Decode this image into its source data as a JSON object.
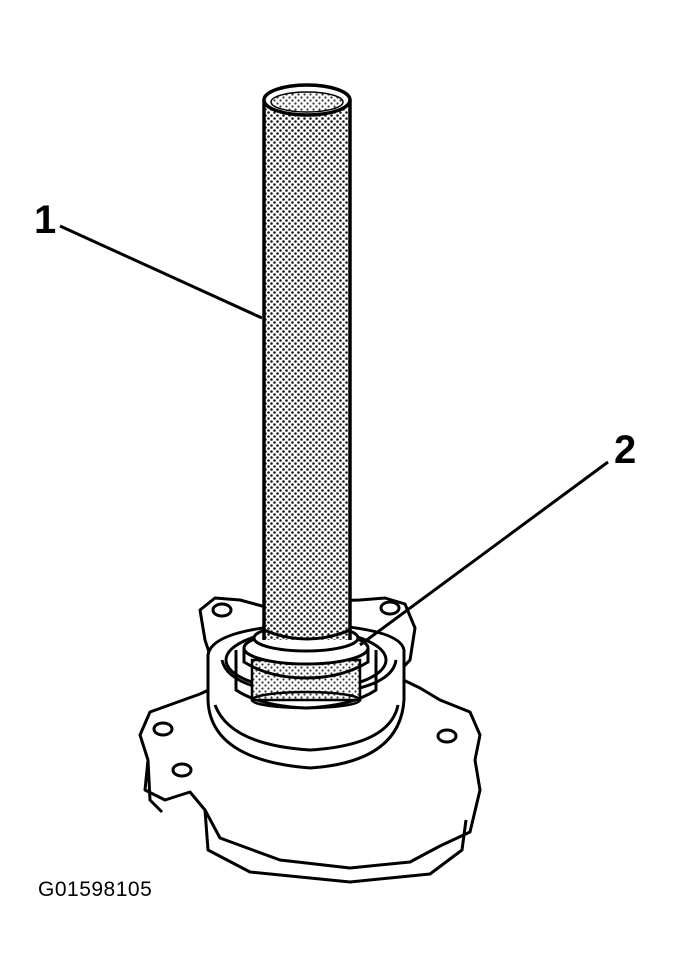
{
  "callouts": {
    "one": "1",
    "two": "2"
  },
  "figure": {
    "id": "G01598105"
  },
  "colors": {
    "ink": "#000000",
    "paper": "#ffffff",
    "screen_fill": "#8a8a8a"
  }
}
